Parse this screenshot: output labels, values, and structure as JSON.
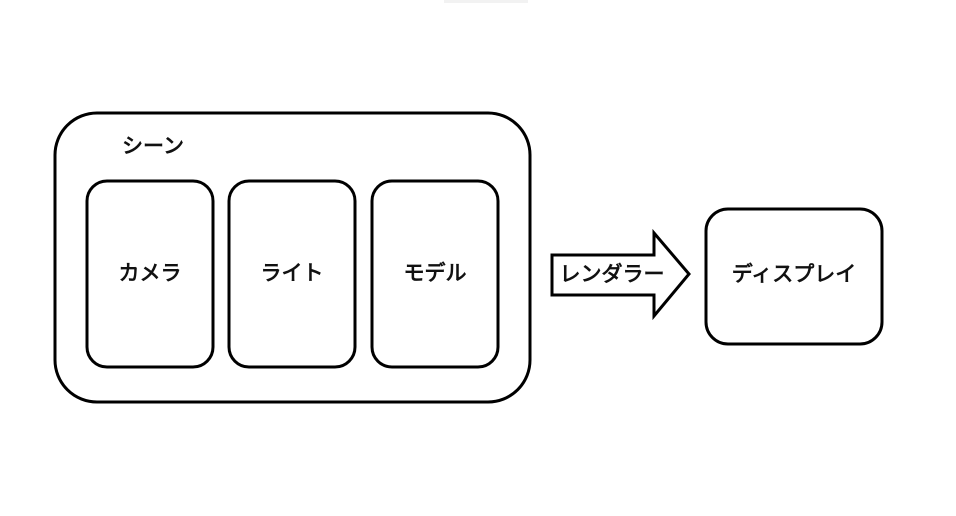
{
  "diagram": {
    "scene": {
      "label": "シーン",
      "children": [
        {
          "label": "カメラ"
        },
        {
          "label": "ライト"
        },
        {
          "label": "モデル"
        }
      ]
    },
    "arrow": {
      "label": "レンダラー"
    },
    "display": {
      "label": "ディスプレイ"
    }
  }
}
